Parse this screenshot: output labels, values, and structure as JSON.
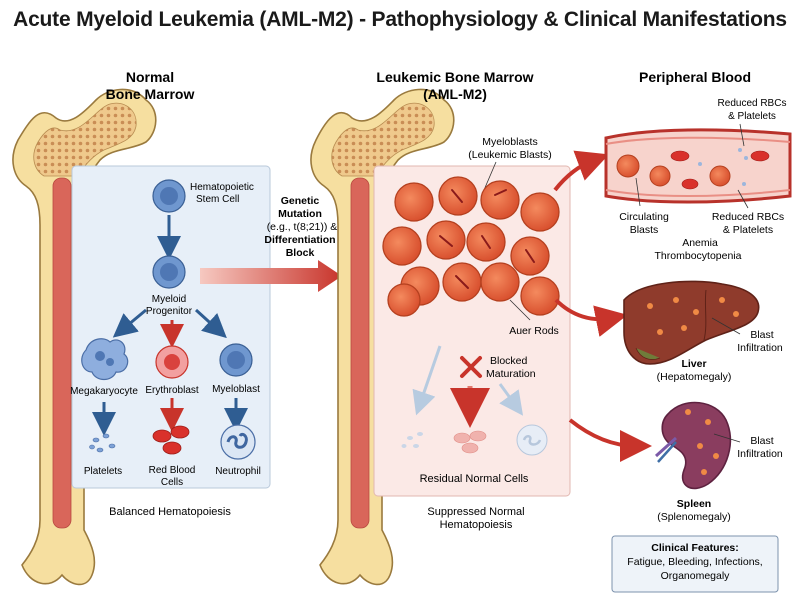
{
  "title": "Acute Myeloid Leukemia (AML-M2) - Pathophysiology & Clinical Manifestations",
  "normal": {
    "heading_line1": "Normal",
    "heading_line2": "Bone Marrow",
    "stem_label_line1": "Hematopoietic",
    "stem_label_line2": "Stem Cell",
    "progenitor_line1": "Myeloid",
    "progenitor_line2": "Progenitor",
    "megakaryocyte": "Megakaryocyte",
    "erythroblast": "Erythroblast",
    "myeloblast": "Myeloblast",
    "platelets": "Platelets",
    "rbc_line1": "Red Blood",
    "rbc_line2": "Cells",
    "neutrophil": "Neutrophil",
    "caption": "Balanced Hematopoiesis"
  },
  "mutation": {
    "line1": "Genetic",
    "line2": "Mutation",
    "line3": "(e.g., t(8;21)) &",
    "line4": "Differentiation",
    "line5": "Block"
  },
  "leukemic": {
    "heading_line1": "Leukemic Bone Marrow",
    "heading_line2": "(AML-M2)",
    "blasts_line1": "Myeloblasts",
    "blasts_line2": "(Leukemic Blasts)",
    "auer": "Auer Rods",
    "blocked_line1": "Blocked",
    "blocked_line2": "Maturation",
    "residual": "Residual Normal Cells",
    "caption_line1": "Suppressed Normal",
    "caption_line2": "Hematopoiesis"
  },
  "peripheral": {
    "heading": "Peripheral Blood",
    "reduced_top_line1": "Reduced RBCs",
    "reduced_top_line2": "& Platelets",
    "circulating_line1": "Circulating",
    "circulating_line2": "Blasts",
    "reduced_bottom_line1": "Reduced RBCs",
    "reduced_bottom_line2": "& Platelets",
    "anemia": "Anemia",
    "thrombo": "Thrombocytopenia"
  },
  "liver": {
    "blast_line1": "Blast",
    "blast_line2": "Infiltration",
    "name": "Liver",
    "detail": "(Hepatomegaly)"
  },
  "spleen": {
    "blast_line1": "Blast",
    "blast_line2": "Infiltration",
    "name": "Spleen",
    "detail": "(Splenomegaly)"
  },
  "clinical": {
    "heading": "Clinical Features:",
    "line1": "Fatigue, Bleeding, Infections,",
    "line2": "Organomegaly"
  },
  "colors": {
    "bone": "#f6dfa0",
    "marrow": "#d9665a",
    "normal_panel": "#e7eff8",
    "leukemic_panel": "#fbe9e6",
    "blast": "#e8613a",
    "arrow_red": "#c8342b",
    "arrow_blue": "#3f6fa6"
  }
}
